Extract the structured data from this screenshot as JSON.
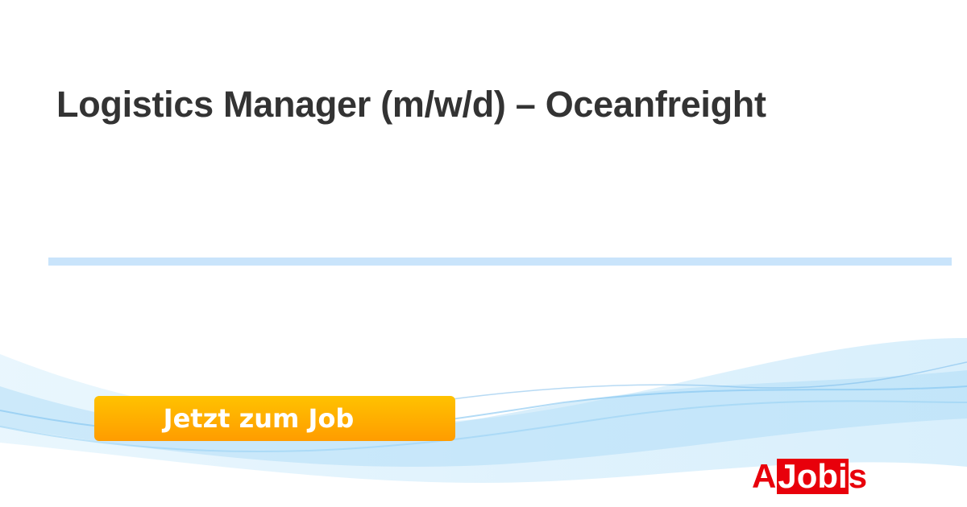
{
  "job": {
    "title": "Logistics Manager (m/w/d) – Oceanfreight"
  },
  "cta": {
    "label": "Jetzt zum Job"
  },
  "brand": {
    "logo_prefix": "A",
    "logo_box": "Jobi",
    "logo_suffix": "s",
    "color": "#e8000b"
  },
  "colors": {
    "button_top": "#ffc200",
    "button_bottom": "#ff9c00",
    "divider": "#c9e4fb",
    "title": "#333333"
  }
}
